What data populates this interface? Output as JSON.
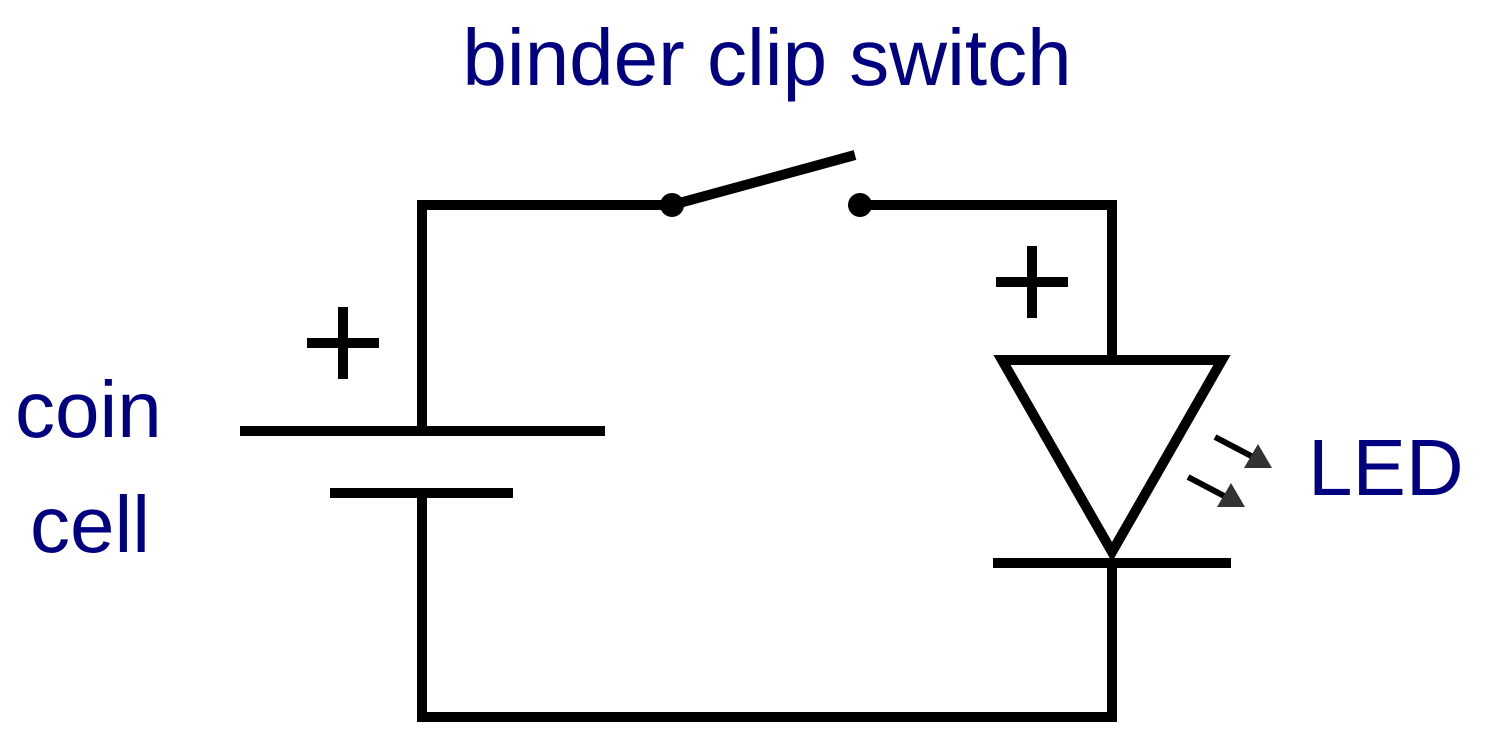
{
  "labels": {
    "switch": "binder clip switch",
    "battery_line1": "coin",
    "battery_line2": "cell",
    "led": "LED"
  },
  "colors": {
    "label": "#000080",
    "wire": "#000000",
    "arrow": "#333333",
    "background": "#ffffff"
  }
}
